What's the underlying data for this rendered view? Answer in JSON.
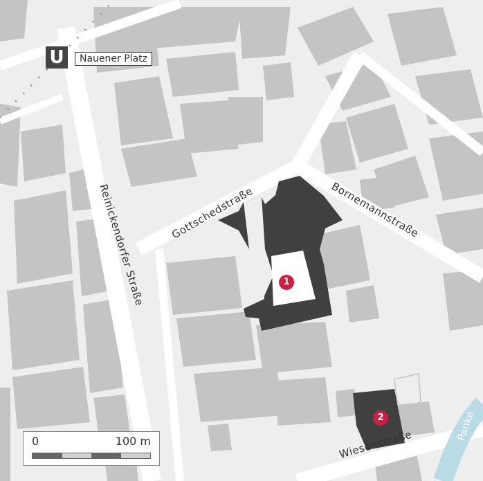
{
  "station": {
    "symbol": "U",
    "name": "Nauener Platz",
    "symbol_icon": "ubahn-icon"
  },
  "streets": {
    "gottsched": "Gottschedstraße",
    "bornemann": "Bornemannstraße",
    "reinickendorfer": "Reinickendorfer Straße",
    "wiesen": "Wiesenstraße"
  },
  "water": {
    "panke": "Panke"
  },
  "markers": [
    {
      "label": "1"
    },
    {
      "label": "2"
    }
  ],
  "scale": {
    "zero": "0",
    "max": "100 m"
  },
  "colors": {
    "background": "#eeeeee",
    "building": "#c4c4c4",
    "highlight_building": "#404040",
    "street": "#ffffff",
    "water": "#b8dbe6",
    "marker": "#cc1f44"
  }
}
